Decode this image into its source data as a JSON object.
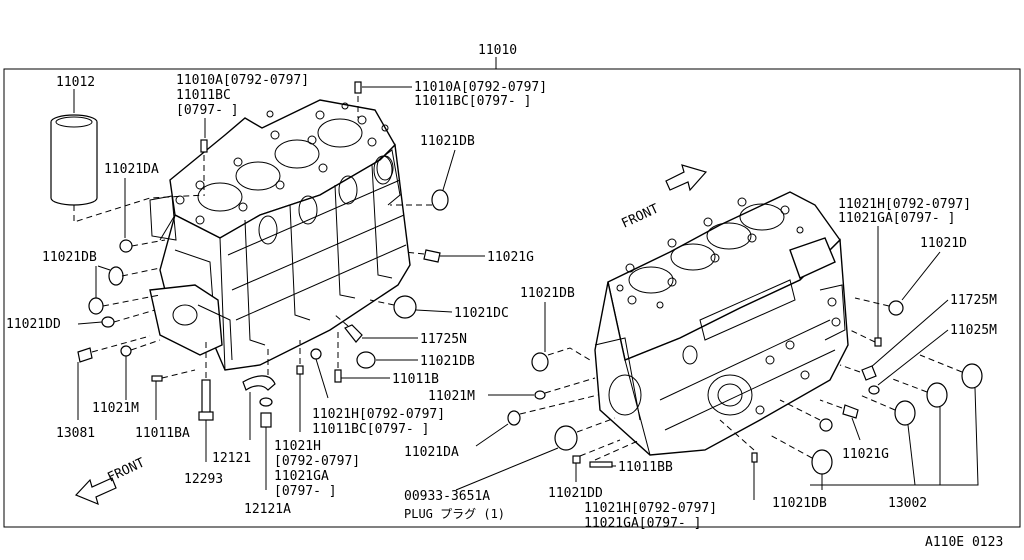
{
  "diagram": {
    "title_part": "11010",
    "footer_code": "A110E 0123",
    "front_label_top": "FRONT",
    "front_label_bottom": "FRONT",
    "labels": {
      "p11012": "11012",
      "p11010a_left_1": "11010A[0792-0797]",
      "p11010a_left_2": "11011BC",
      "p11010a_left_3": "[0797-      ]",
      "p11010a_right_1": "11010A[0792-0797]",
      "p11010a_right_2": "11011BC[0797-      ]",
      "p11021db_top": "11021DB",
      "p11021da_left": "11021DA",
      "p11021db_left": "11021DB",
      "p11021g_mid": "11021G",
      "p11021dd_left": "11021DD",
      "p11021dc": "11021DC",
      "p11725n": "11725N",
      "p11021db_mid": "11021DB",
      "p11011b": "11011B",
      "p13081": "13081",
      "p11021m_left": "11021M",
      "p11011ba": "11011BA",
      "p12121": "12121",
      "p12293": "12293",
      "p12121a": "12121A",
      "p11021h_mid_1": "11021H[0792-0797]",
      "p11021h_mid_2": "11011BC[0797-      ]",
      "p11021h_low_1": "11021H",
      "p11021h_low_2": "[0792-0797]",
      "p11021h_low_3": "11021GA",
      "p11021h_low_4": "[0797-      ]",
      "p11021db_right_top": "11021DB",
      "p11021m_right": "11021M",
      "p11021da_right": "11021DA",
      "p00933": "00933-3651A",
      "p_plug": "PLUG プラグ (1)",
      "p11021dd_right": "11021DD",
      "p11011bb": "11011BB",
      "p11021h_bot_1": "11021H[0792-0797]",
      "p11021h_bot_2": "11021GA[0797-      ]",
      "p11021db_bot": "11021DB",
      "p13002": "13002",
      "p11021g_right": "11021G",
      "p11021h_topright_1": "11021H[0792-0797]",
      "p11021h_topright_2": "11021GA[0797-      ]",
      "p11021d": "11021D",
      "p11725m": "11725M",
      "p11025m": "11025M"
    }
  }
}
